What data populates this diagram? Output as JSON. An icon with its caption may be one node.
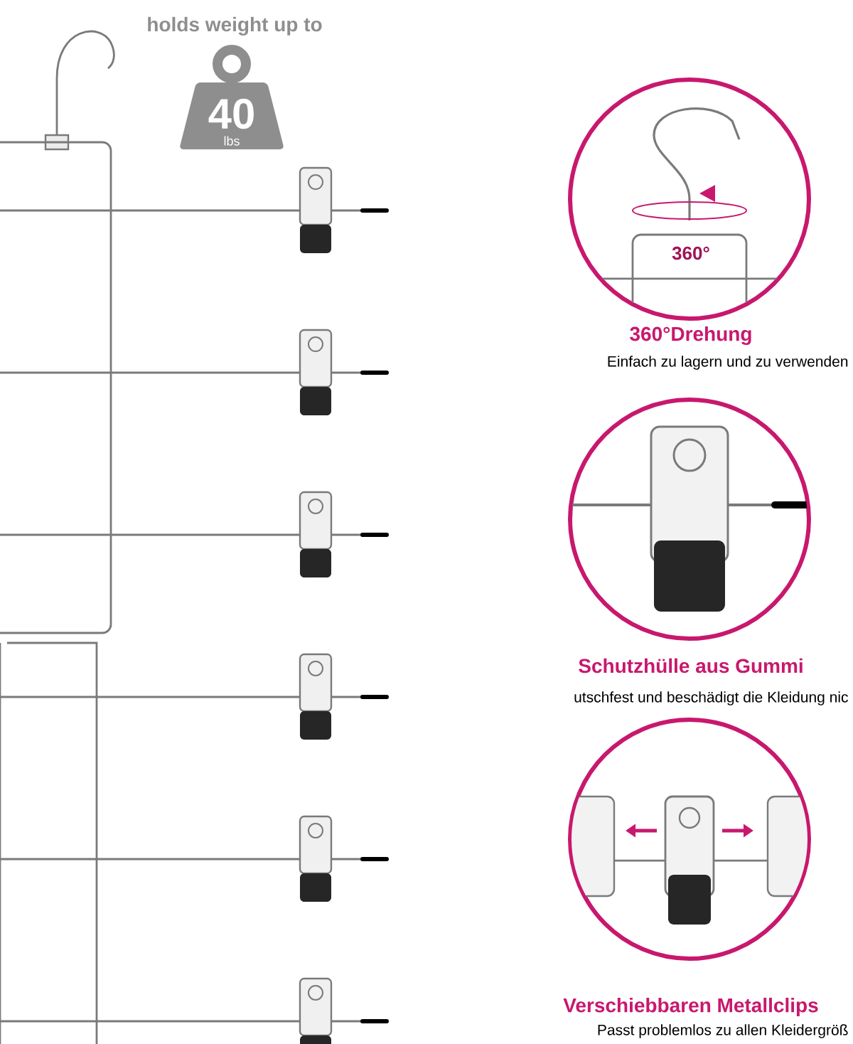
{
  "diagram": {
    "labels": [
      "holds weight up to",
      "40",
      "lbs",
      "360°",
      "360°Drehung",
      "Einfach zu lagern und zu verwenden",
      "Schutzhülle aus Gummi",
      "utschfest und beschädigt die Kleidung nic",
      "Verschiebbaren Metallclips",
      "Passt problemlos zu allen Kleidergröß"
    ]
  }
}
